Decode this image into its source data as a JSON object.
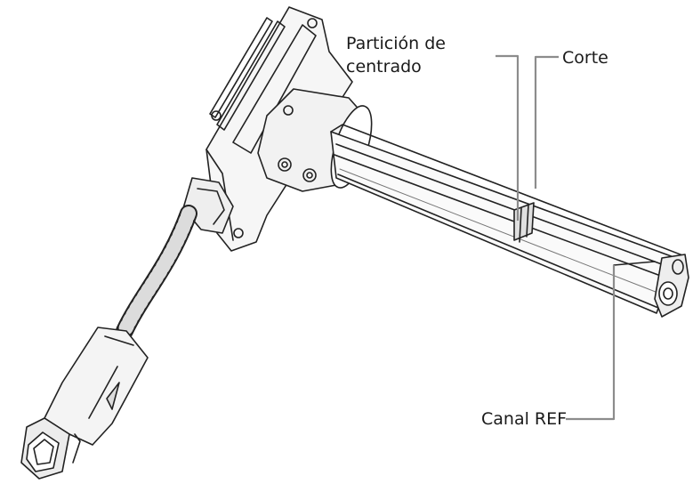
{
  "labels": {
    "particion_line1": "Partición de",
    "particion_line2": "centrado",
    "corte": "Corte",
    "canal_ref": "Canal REF"
  },
  "colors": {
    "line": "#222222",
    "leader": "#8c8c8c",
    "shade": "#e6e6e6",
    "background": "#ffffff"
  }
}
